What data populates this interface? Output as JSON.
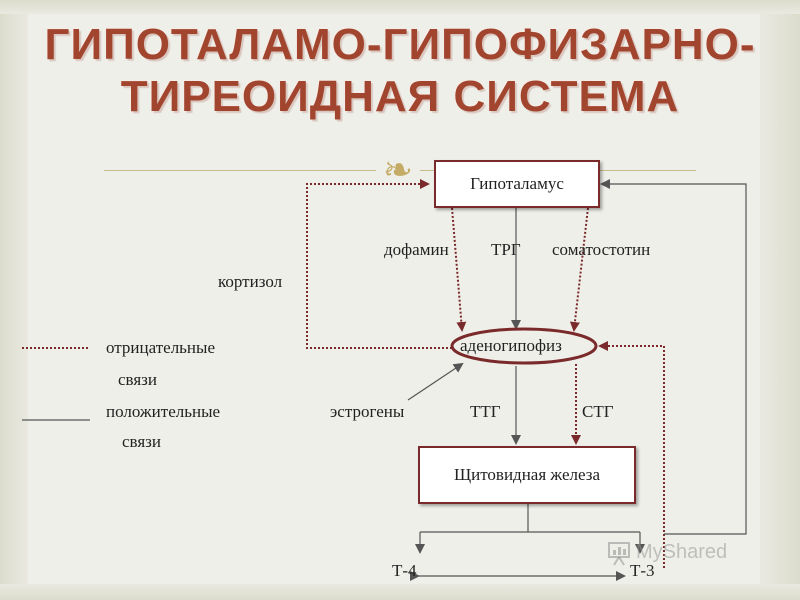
{
  "title": {
    "line1": "ГИПОТАЛАМО-ГИПОФИЗАРНО-",
    "line2": "ТИРЕОИДНАЯ СИСТЕМА"
  },
  "ornament_icon": "scroll-ornament-icon",
  "nodes": {
    "hypothalamus": "Гипоталамус",
    "adenohypophysis": "аденогипофиз",
    "thyroid": "Щитовидная железа"
  },
  "labels": {
    "dopamine": "дофамин",
    "trg": "ТРГ",
    "somatostatin": "соматостотин",
    "cortisol": "кортизол",
    "estrogens": "эстрогены",
    "ttg": "ТТГ",
    "stg": "СТГ",
    "t4": "Т-4",
    "t3": "Т-3"
  },
  "legend": {
    "negative_line1": "отрицательные",
    "negative_line2": "связи",
    "positive_line1": "положительные",
    "positive_line2": "связи"
  },
  "watermark": {
    "text": "MyShared",
    "icon": "presentation-board-icon"
  },
  "colors": {
    "title": "#a2452f",
    "box_border": "#7a2a2a",
    "dotted_line": "#7a2a2a",
    "solid_line": "#555555",
    "ornament": "#c5ac66"
  }
}
